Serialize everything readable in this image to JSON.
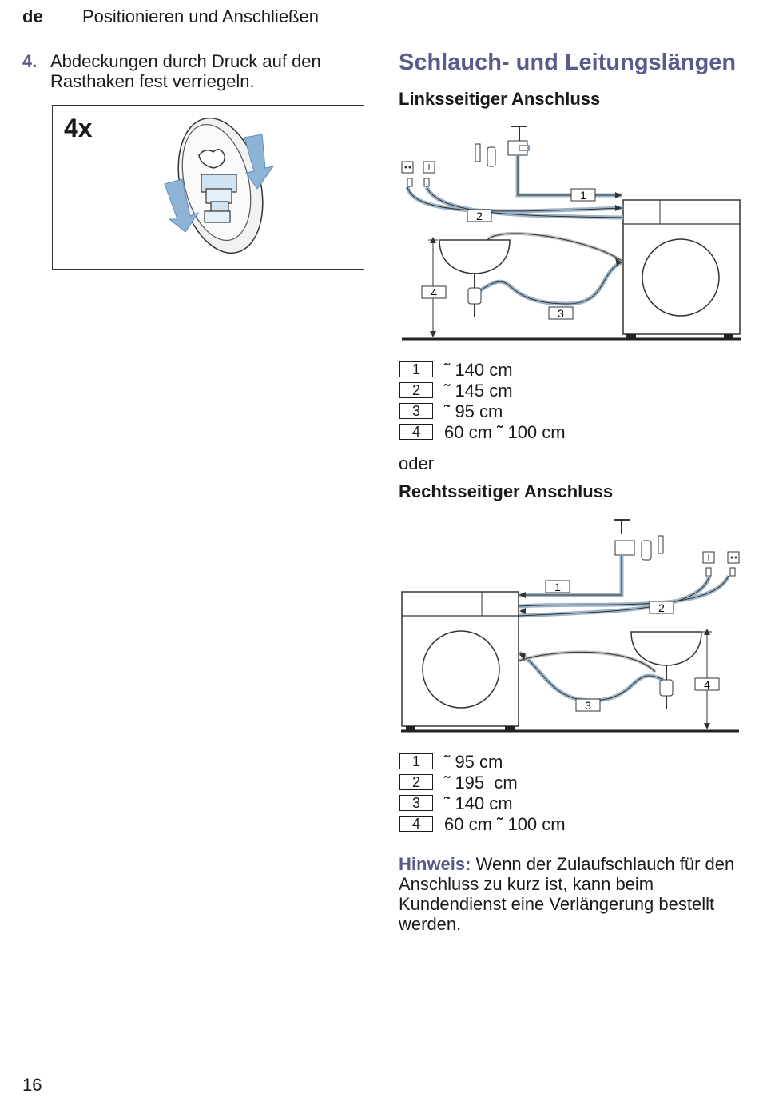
{
  "header": {
    "lang": "de",
    "title": "Positionieren und Anschließen"
  },
  "step": {
    "number": "4.",
    "text": "Abdeckungen durch Druck auf den Rasthaken fest verriegeln."
  },
  "figure1": {
    "label": "4x"
  },
  "section": {
    "title": "Schlauch- und Leitungslängen"
  },
  "left": {
    "heading": "Linksseitiger Anschluss",
    "callouts": [
      "1",
      "2",
      "3",
      "4"
    ],
    "legend": [
      {
        "num": "1",
        "value": "˜ 140 cm"
      },
      {
        "num": "2",
        "value": "˜ 145 cm"
      },
      {
        "num": "3",
        "value": "˜ 95 cm"
      },
      {
        "num": "4",
        "value": "60 cm ˜ 100 cm"
      }
    ]
  },
  "oder": "oder",
  "right": {
    "heading": "Rechtsseitiger Anschluss",
    "callouts": [
      "1",
      "2",
      "3",
      "4"
    ],
    "legend": [
      {
        "num": "1",
        "value": "˜ 95 cm"
      },
      {
        "num": "2",
        "value": "˜ 195  cm"
      },
      {
        "num": "3",
        "value": "˜ 140 cm"
      },
      {
        "num": "4",
        "value": "60 cm ˜ 100 cm"
      }
    ]
  },
  "note": {
    "label": "Hinweis:",
    "text": "Wenn der Zulaufschlauch für den Anschluss zu kurz ist, kann beim Kundendienst eine Verlängerung bestellt werden."
  },
  "page_number": "16",
  "colors": {
    "accent": "#5a5a8c",
    "hose_blue": "#9db4c8",
    "arrow_blue": "#5a8fc0"
  }
}
